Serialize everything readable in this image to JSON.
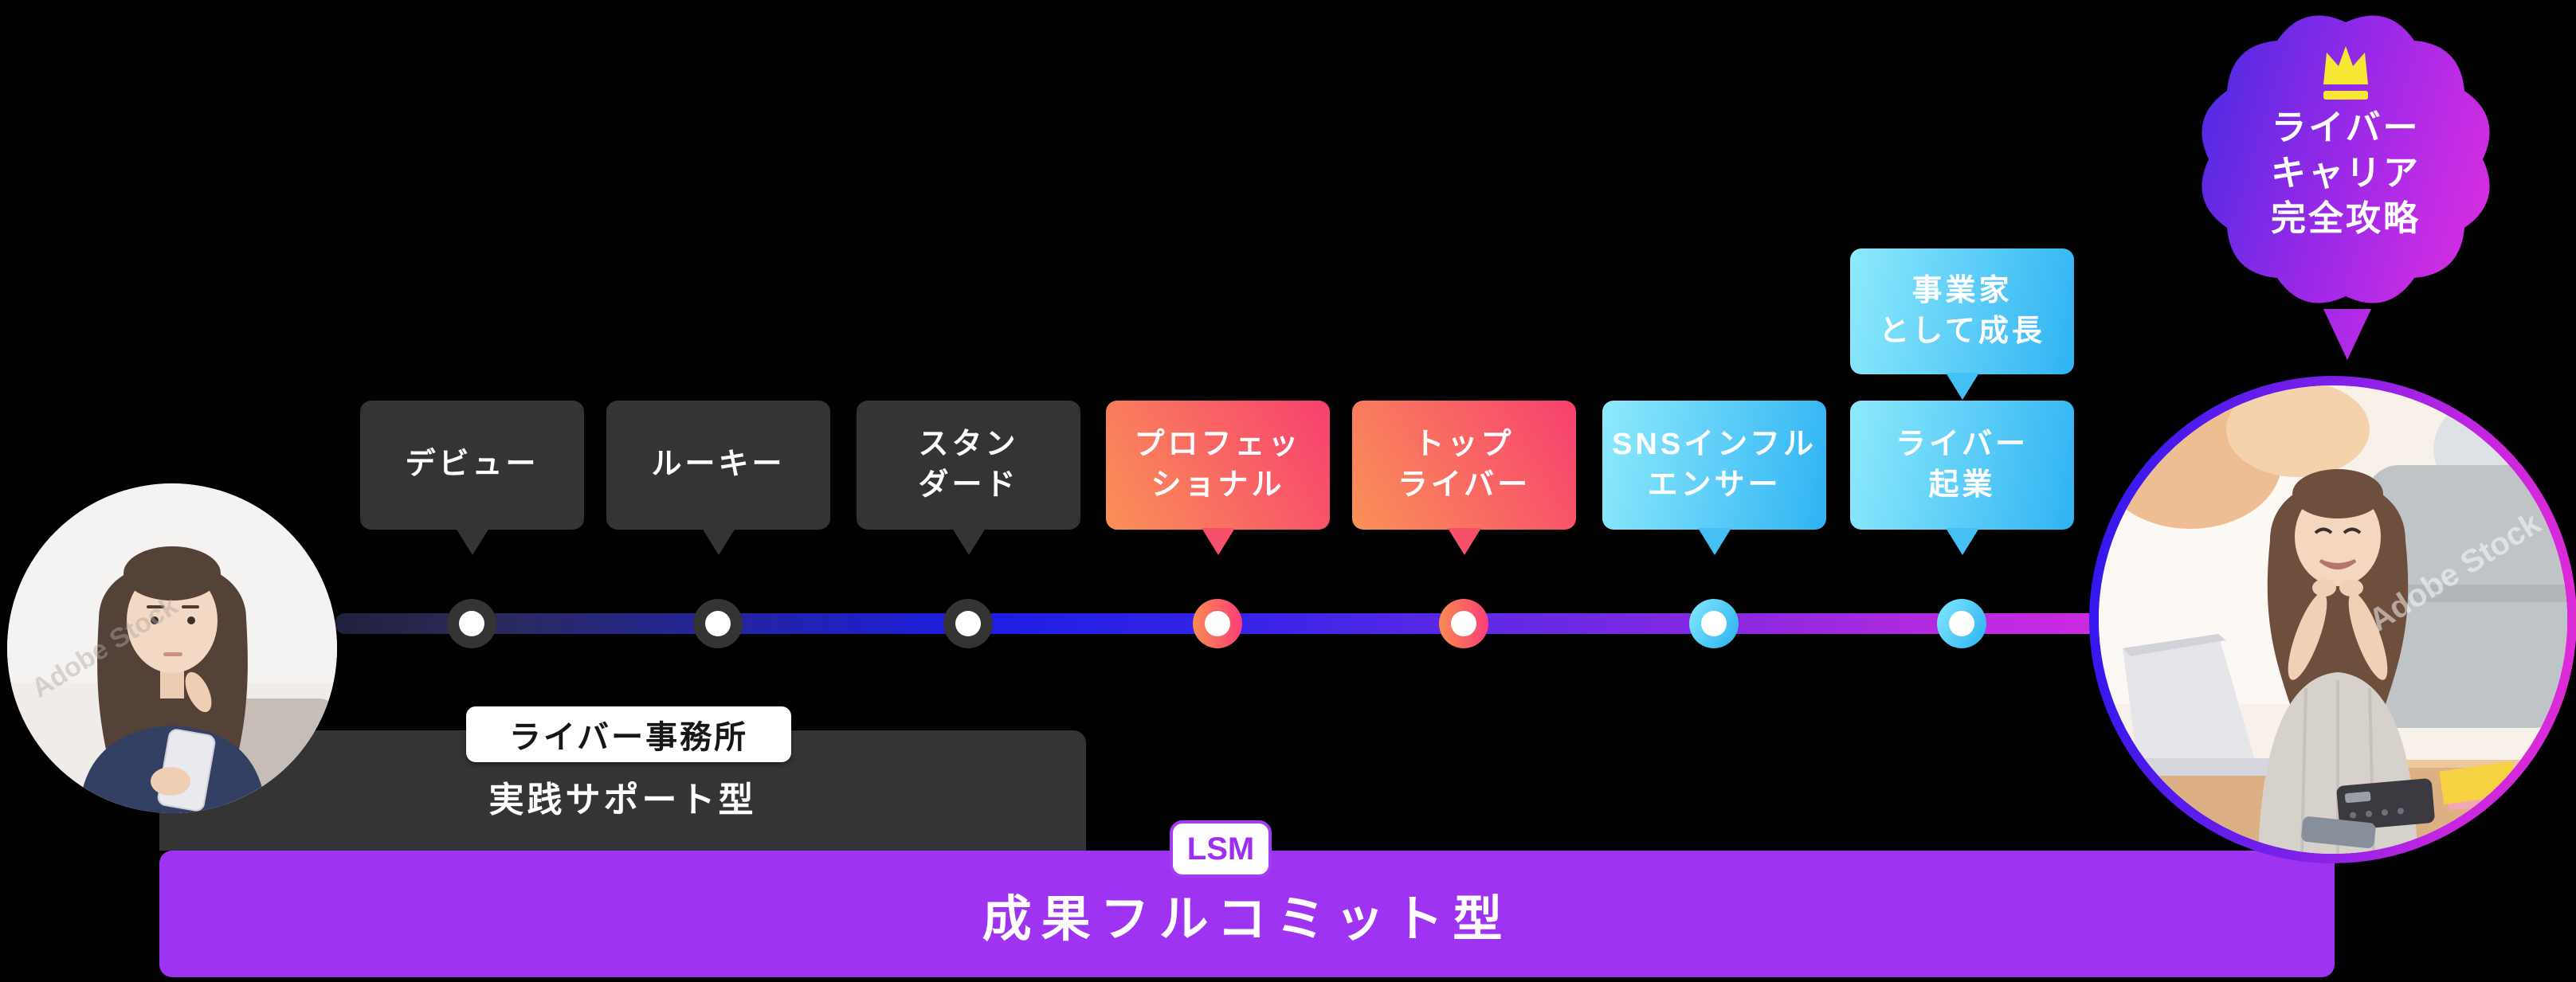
{
  "badge": {
    "crown_icon": "crown-icon",
    "lines": [
      "ライバー",
      "キャリア",
      "完全攻略"
    ]
  },
  "timeline": {
    "stages": [
      {
        "label": "デビュー"
      },
      {
        "label": "ルーキー"
      },
      {
        "label": "スタン\nダード"
      },
      {
        "label": "プロフェッ\nショナル"
      },
      {
        "label": "トップ\nライバー"
      },
      {
        "label": "SNSインフル\nエンサー"
      },
      {
        "label": "ライバー\n起業"
      }
    ],
    "growth_callout": "事業家\nとして成長"
  },
  "agency": {
    "tag": "ライバー事務所",
    "label": "実践サポート型"
  },
  "lsm": {
    "tag": "LSM",
    "label": "成果フルコミット型"
  },
  "photos": {
    "watermark": "Adobe Stock"
  },
  "colors": {
    "background": "#000000",
    "dark_box": "#343434",
    "red_gradient_start": "#fa9157",
    "red_gradient_end": "#f7406f",
    "cyan_gradient_start": "#8eeafc",
    "cyan_gradient_end": "#2fb3f3",
    "purple_bar": "#9e34f2",
    "badge_gradient_start": "#4c2ae3",
    "badge_gradient_end": "#dc2ee2",
    "crown": "#f7e733",
    "timeline_start": "#20203e",
    "timeline_blue": "#1d1de4",
    "timeline_end": "#ce2bdf"
  }
}
